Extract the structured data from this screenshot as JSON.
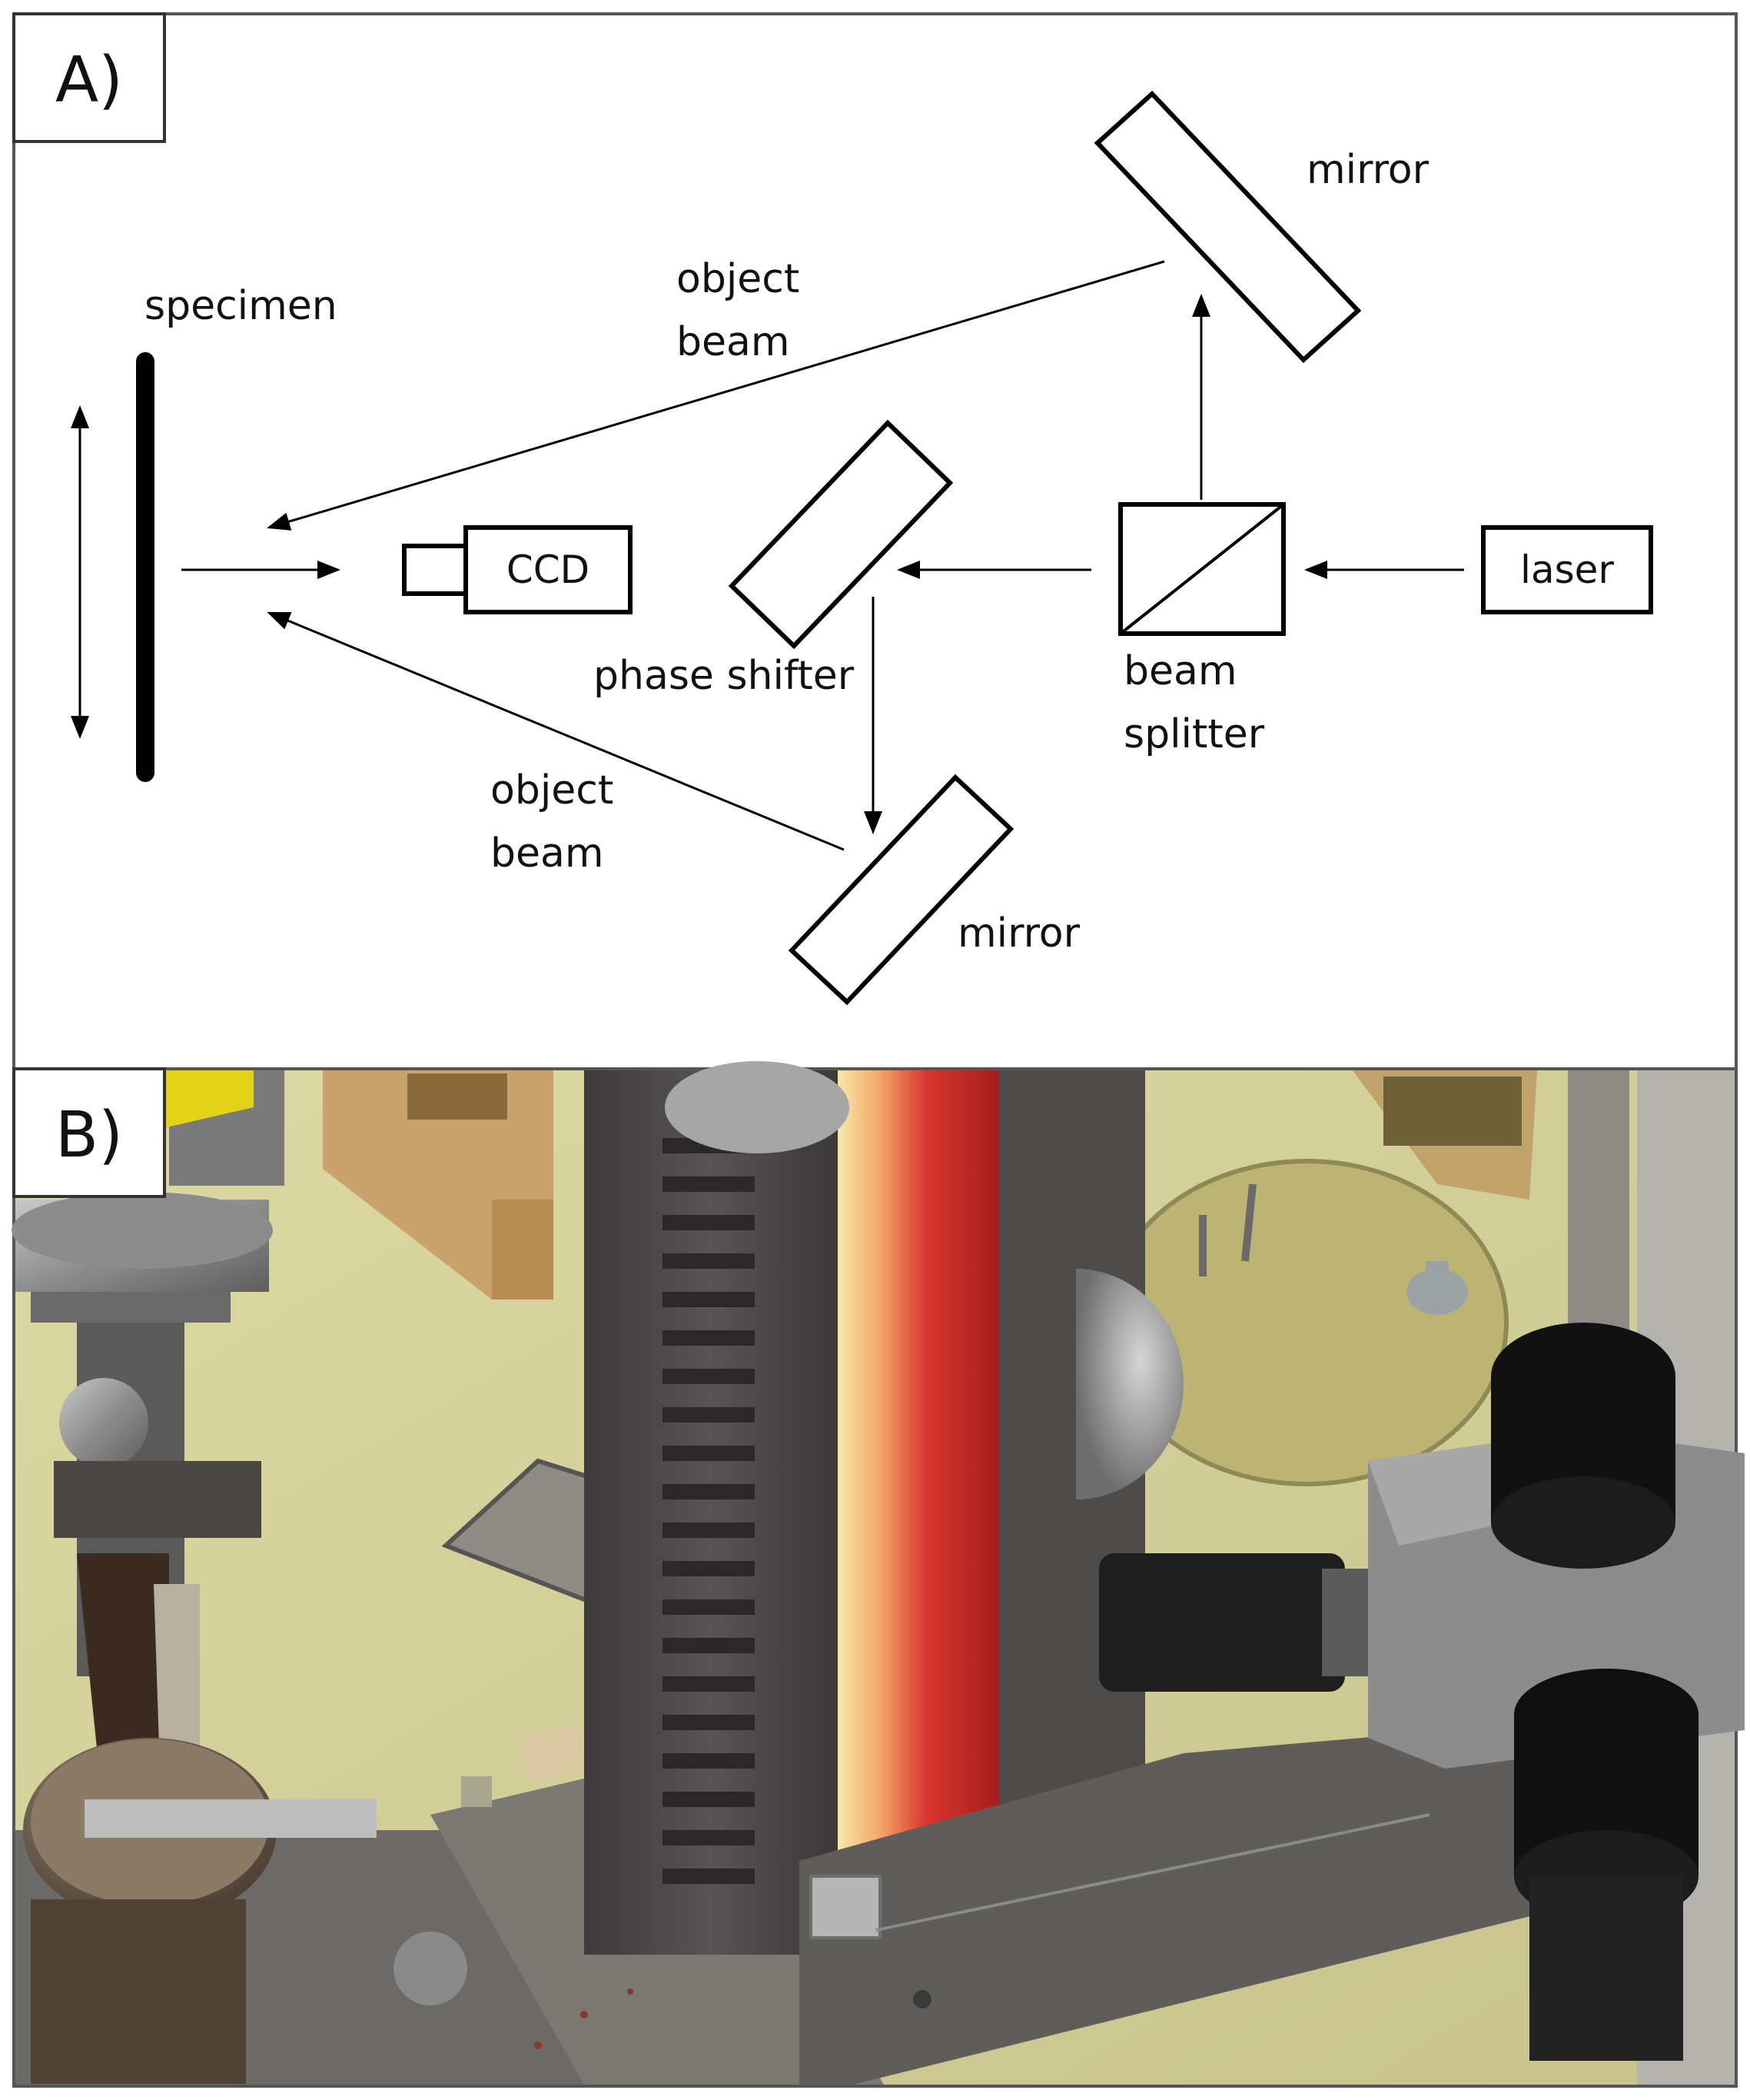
{
  "panels": {
    "a": {
      "tag": "A)"
    },
    "b": {
      "tag": "B)"
    }
  },
  "labels": {
    "specimen": "specimen",
    "ccd": "CCD",
    "laser": "laser",
    "phase_shifter": "phase shifter",
    "beam_splitter_line1": "beam",
    "beam_splitter_line2": "splitter",
    "mirror_top": "mirror",
    "mirror_bottom": "mirror",
    "object_beam_top_line1": "object",
    "object_beam_top_line2": "beam",
    "object_beam_bottom_line1": "object",
    "object_beam_bottom_line2": "beam"
  }
}
